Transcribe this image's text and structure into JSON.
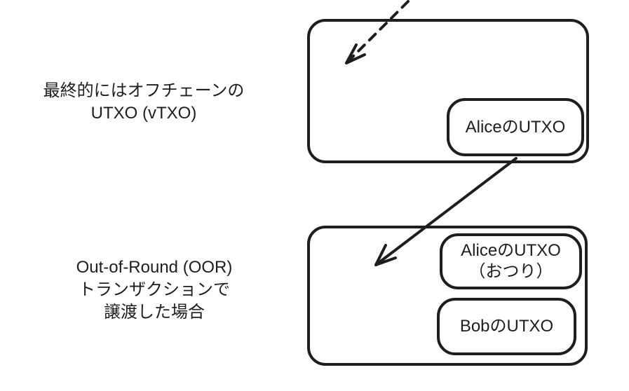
{
  "stroke_color": "#1e1e1e",
  "labels": {
    "offchain": {
      "line1": "最終的にはオフチェーンの",
      "line2": "UTXO (vTXO)"
    },
    "oor": {
      "line1": "Out-of-Round (OOR)",
      "line2": "トランザクションで",
      "line3": "譲渡した場合"
    }
  },
  "boxes": {
    "top_alice": "AliceのUTXO",
    "bottom_alice_line1": "AliceのUTXO",
    "bottom_alice_line2": "（おつり）",
    "bottom_bob": "BobのUTXO"
  }
}
